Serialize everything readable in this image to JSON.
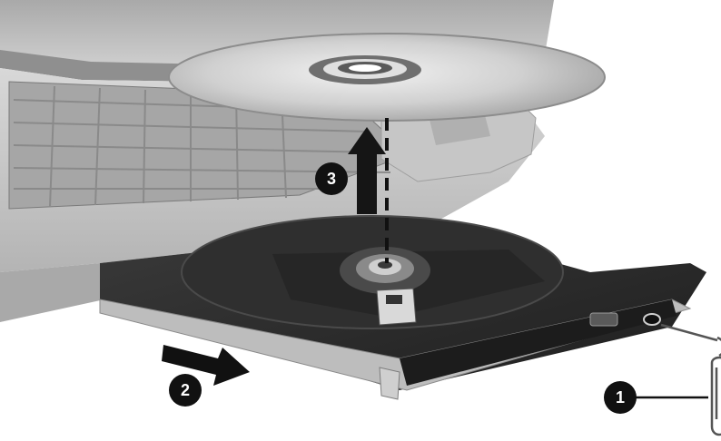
{
  "callouts": [
    {
      "number": "1"
    },
    {
      "number": "2"
    },
    {
      "number": "3"
    }
  ],
  "icons": [
    "paperclip-icon",
    "disc-icon",
    "arrow-up-icon",
    "arrow-right-icon"
  ],
  "colors": {
    "background": "#ffffff",
    "laptop_body": "#bdbdbd",
    "tray_dark": "#2b2b2b",
    "disc_silver": "#d6d6d6",
    "callout_fill": "#111111",
    "arrow": "#1a1a1a"
  }
}
